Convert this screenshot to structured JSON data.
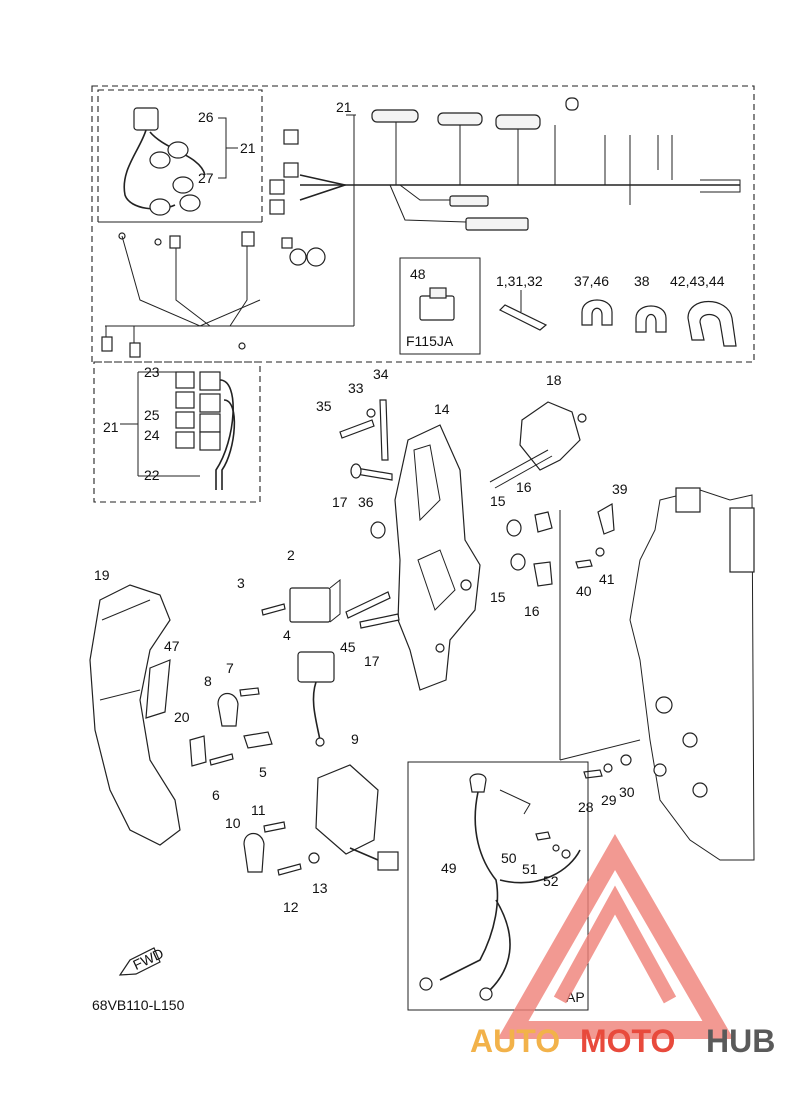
{
  "diagram_code": "68VB110-L150",
  "fwd_label": "FWD",
  "inset_f115ja": "F115JA",
  "inset_ap": "AP",
  "watermark": "AUTOMOTOHUB",
  "watermark_colors": {
    "auto": "#f2b24a",
    "moto": "#e84a3c",
    "hub": "#5a5a5a",
    "logo": "#f08078"
  },
  "labels": {
    "l21a": "21",
    "l21b": "21",
    "l21c": "21",
    "l26": "26",
    "l27": "27",
    "l48": "48",
    "l1_31_32": "1,31,32",
    "l37_46": "37,46",
    "l38": "38",
    "l42_43_44": "42,43,44",
    "l23": "23",
    "l25": "25",
    "l24": "24",
    "l22": "22",
    "l33": "33",
    "l34": "34",
    "l35": "35",
    "l14": "14",
    "l18": "18",
    "l17a": "17",
    "l36": "36",
    "l15a": "15",
    "l16a": "16",
    "l39": "39",
    "l2": "2",
    "l3": "3",
    "l15b": "15",
    "l16b": "16",
    "l40": "40",
    "l41": "41",
    "l19": "19",
    "l45": "45",
    "l17b": "17",
    "l47": "47",
    "l4": "4",
    "l7": "7",
    "l8": "8",
    "l20": "20",
    "l5": "5",
    "l6": "6",
    "l9": "9",
    "l28": "28",
    "l29": "29",
    "l30": "30",
    "l10": "10",
    "l11": "11",
    "l12": "12",
    "l13": "13",
    "l49": "49",
    "l50": "50",
    "l51": "51",
    "l52": "52"
  }
}
